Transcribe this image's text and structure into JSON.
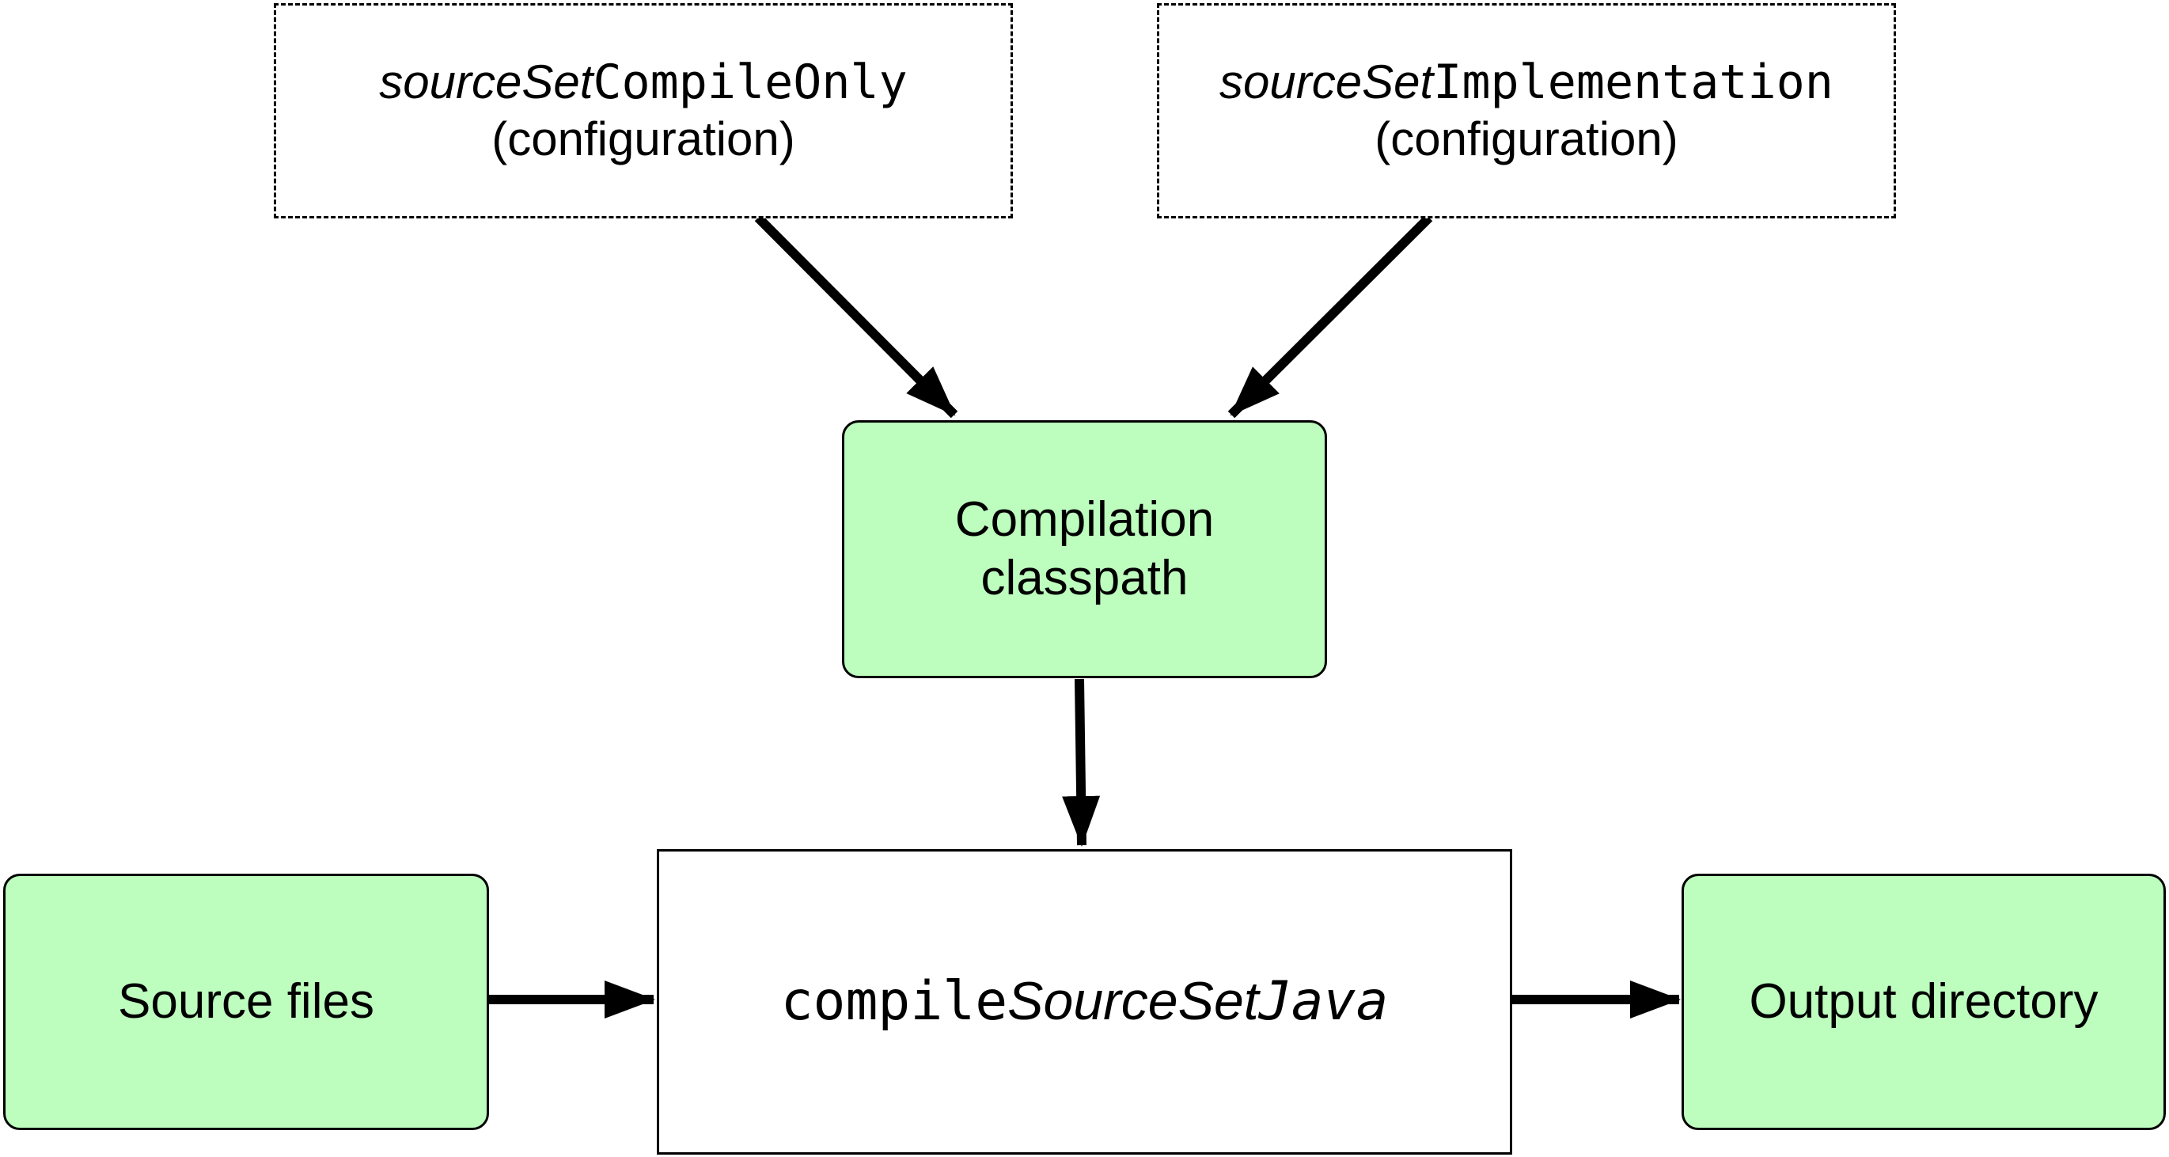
{
  "config_compile_only": {
    "prefix": "sourceSet",
    "name": "CompileOnly",
    "sub": "(configuration)"
  },
  "config_implementation": {
    "prefix": "sourceSet",
    "name": "Implementation",
    "sub": "(configuration)"
  },
  "classpath": {
    "line1": "Compilation",
    "line2": "classpath"
  },
  "task": {
    "prefix": "compile",
    "middle": "SourceSet",
    "suffix": "Java"
  },
  "source_files": {
    "label": "Source files"
  },
  "output_directory": {
    "label": "Output directory"
  },
  "colors": {
    "node_fill": "#bdfdbe",
    "stroke": "#000000"
  }
}
